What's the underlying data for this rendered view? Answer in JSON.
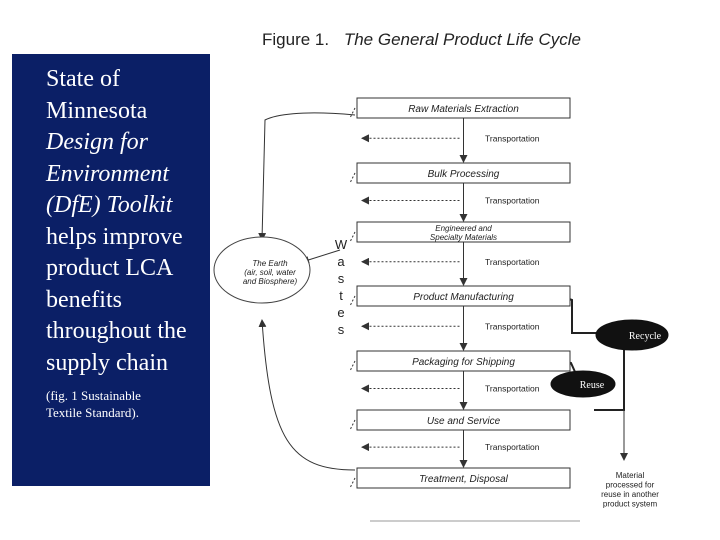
{
  "left_panel": {
    "lines": [
      {
        "text": "State of",
        "italic": false
      },
      {
        "text": "Minnesota",
        "italic": false
      },
      {
        "text": "Design for",
        "italic": true
      },
      {
        "text": "Environment",
        "italic": true
      },
      {
        "text": "(DfE) Toolkit",
        "italic": true
      },
      {
        "text": "helps improve",
        "italic": false
      },
      {
        "text": "product LCA",
        "italic": false
      },
      {
        "text": "benefits",
        "italic": false
      },
      {
        "text": "throughout the",
        "italic": false
      },
      {
        "text": "supply chain",
        "italic": false
      }
    ],
    "note_lines": [
      "(fig. 1 Sustainable",
      "Textile Standard)."
    ]
  },
  "figure": {
    "number": "Figure 1.",
    "title": "The General Product Life Cycle"
  },
  "diagram": {
    "stages": [
      {
        "lines": [
          "Raw Materials Extraction"
        ]
      },
      {
        "lines": [
          "Bulk Processing"
        ]
      },
      {
        "lines": [
          "Engineered and",
          "Specialty Materials"
        ]
      },
      {
        "lines": [
          "Product Manufacturing"
        ]
      },
      {
        "lines": [
          "Packaging for Shipping"
        ]
      },
      {
        "lines": [
          "Use and Service"
        ]
      },
      {
        "lines": [
          "Treatment, Disposal"
        ]
      }
    ],
    "transport_label": "Transportation",
    "earth_lines": [
      "The Earth",
      "(air, soil, water",
      "and Biosphere)"
    ],
    "wastes_letters": [
      "W",
      "a",
      "s",
      "t",
      "e",
      "s"
    ],
    "recycle_label": "Recycle",
    "reuse_label": "Reuse",
    "material_lines": [
      "Material",
      "processed for",
      "reuse in another",
      "product system"
    ]
  }
}
